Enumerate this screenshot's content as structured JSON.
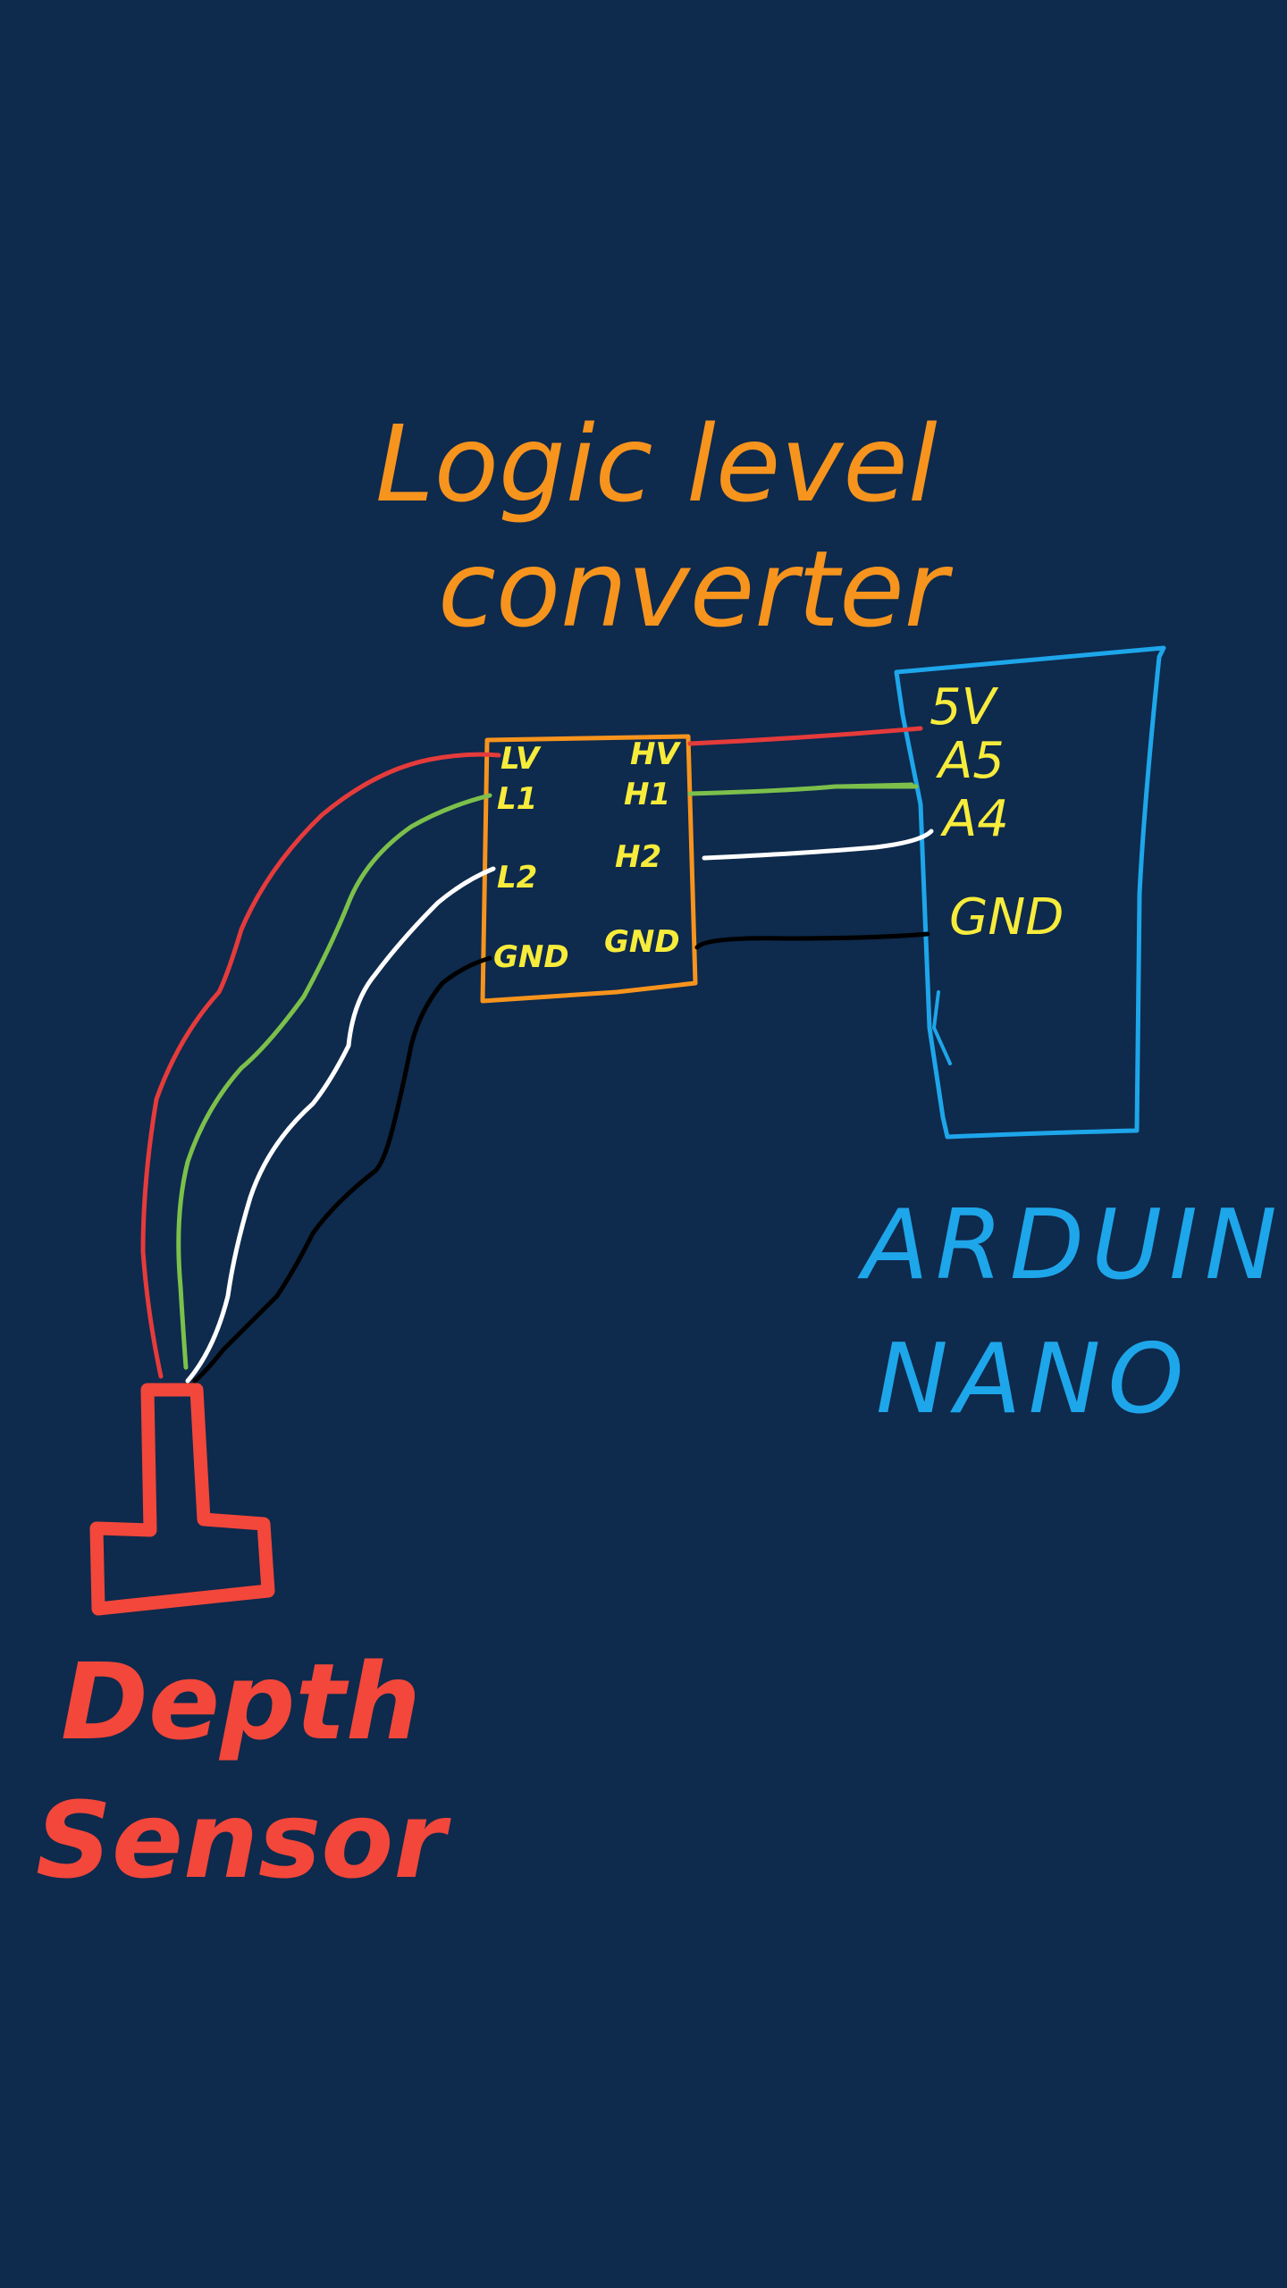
{
  "colors": {
    "background": "#0e2a4d",
    "converter": "#f7941d",
    "arduino": "#1ea6ea",
    "sensor": "#f2473a",
    "pin_label": "#f7ec3b",
    "wire_red": "#e53b3b",
    "wire_green": "#7cc04b",
    "wire_white": "#ffffff",
    "wire_black": "#000000"
  },
  "converter": {
    "title_line1": "Logic level",
    "title_line2": "converter",
    "pins_left": [
      "LV",
      "L1",
      "L2",
      "GND"
    ],
    "pins_right": [
      "HV",
      "H1",
      "H2",
      "GND"
    ]
  },
  "arduino": {
    "title_line1": "ARDUINO",
    "title_line2": "NANO",
    "pins": [
      "5V",
      "A5",
      "A4",
      "GND"
    ]
  },
  "sensor": {
    "title_line1": "Depth",
    "title_line2": "Sensor"
  },
  "wires": [
    {
      "name": "red",
      "color": "#e53b3b"
    },
    {
      "name": "green",
      "color": "#7cc04b"
    },
    {
      "name": "white",
      "color": "#ffffff"
    },
    {
      "name": "black",
      "color": "#000000"
    }
  ]
}
